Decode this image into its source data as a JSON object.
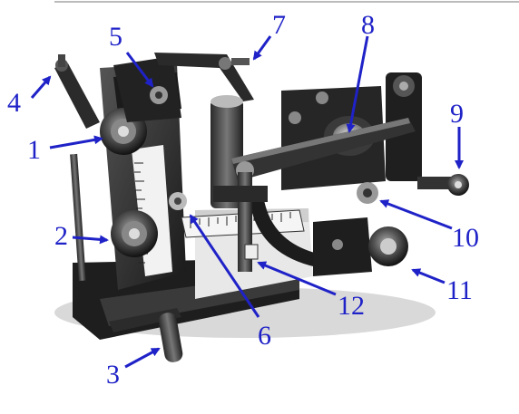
{
  "figure": {
    "subject": "mechanical apparatus photograph with numbered callouts",
    "label_color": "#1f22c7",
    "callouts": [
      {
        "label": "1"
      },
      {
        "label": "2"
      },
      {
        "label": "3"
      },
      {
        "label": "4"
      },
      {
        "label": "5"
      },
      {
        "label": "6"
      },
      {
        "label": "7"
      },
      {
        "label": "8"
      },
      {
        "label": "9"
      },
      {
        "label": "10"
      },
      {
        "label": "11"
      },
      {
        "label": "12"
      }
    ]
  }
}
